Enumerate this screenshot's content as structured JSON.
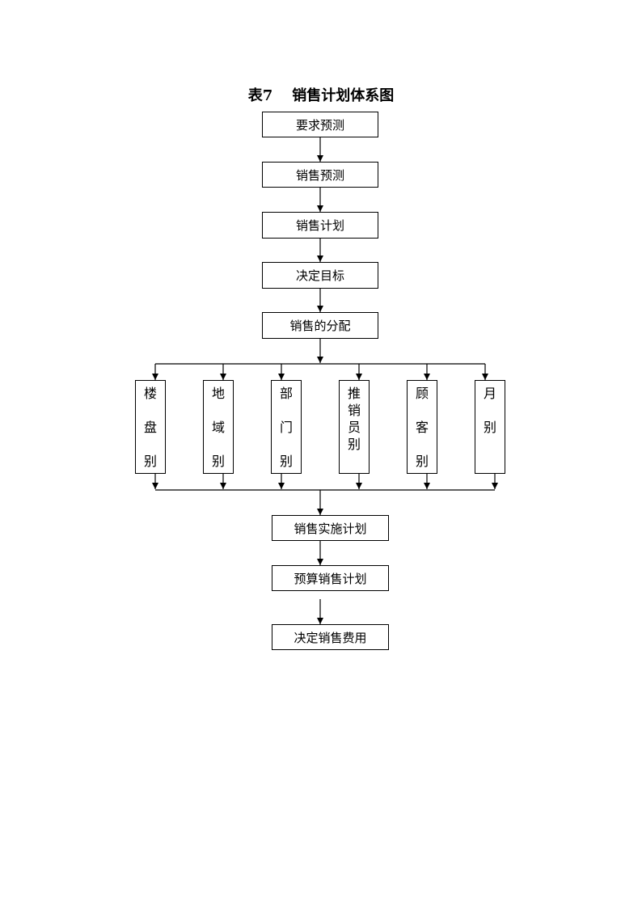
{
  "title": {
    "table": "表7",
    "name": "销售计划体系图"
  },
  "steps": {
    "demand_forecast": "要求预测",
    "sales_forecast": "销售预测",
    "sales_plan": "销售计划",
    "decide_targets": "决定目标",
    "sales_allocation": "销售的分配",
    "sales_execution_plan": "销售实施计划",
    "budget_sales_plan": "预算销售计划",
    "decide_sales_expenses": "决定销售费用"
  },
  "allocation_categories": [
    {
      "id": "by-property",
      "chars": [
        "楼",
        "盘",
        "别"
      ]
    },
    {
      "id": "by-region",
      "chars": [
        "地",
        "域",
        "别"
      ]
    },
    {
      "id": "by-department",
      "chars": [
        "部",
        "门",
        "别"
      ]
    },
    {
      "id": "by-salesperson",
      "chars": [
        "推",
        "销",
        "员",
        "别"
      ]
    },
    {
      "id": "by-customer",
      "chars": [
        "顾",
        "客",
        "别"
      ]
    },
    {
      "id": "by-month",
      "chars": [
        "月",
        "别"
      ]
    }
  ]
}
